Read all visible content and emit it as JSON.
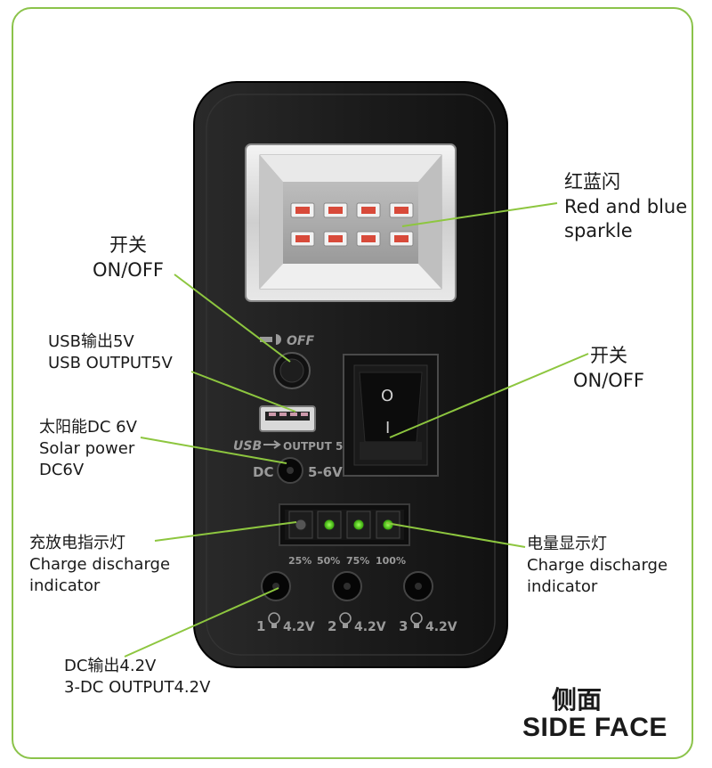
{
  "colors": {
    "frame_border": "#8bc34a",
    "leader_line": "#8dc63f",
    "device_body": "#1b1b1b",
    "led_green": "#3bd000",
    "led_red": "#d84a3a"
  },
  "labels": {
    "sparkle": {
      "cn": "红蓝闪",
      "en1": "Red and blue",
      "en2": "sparkle"
    },
    "switch_left": {
      "cn": "开关",
      "en": "ON/OFF"
    },
    "switch_right": {
      "cn": "开关",
      "en": "ON/OFF"
    },
    "usb": {
      "cn": "USB输出5V",
      "en": "USB OUTPUT5V"
    },
    "solar": {
      "cn": "太阳能DC 6V",
      "en1": "Solar power",
      "en2": "DC6V"
    },
    "charge_left": {
      "cn": "充放电指示灯",
      "en1": "Charge discharge",
      "en2": "indicator"
    },
    "charge_right": {
      "cn": "电量显示灯",
      "en1": "Charge discharge",
      "en2": "indicator"
    },
    "dc_out": {
      "cn": "DC输出4.2V",
      "en": "3-DC OUTPUT4.2V"
    }
  },
  "title": {
    "cn": "侧面",
    "en": "SIDE FACE"
  },
  "device": {
    "off_mark": "OFF",
    "usb_mark": "USB",
    "usb_output": "OUTPUT 5V",
    "dc_label": "DC",
    "dc_range": "5-6V",
    "switch_on": "O",
    "switch_off": "I",
    "levels": [
      "25%",
      "50%",
      "75%",
      "100%"
    ],
    "outputs": [
      {
        "num": "1",
        "volt": "4.2V"
      },
      {
        "num": "2",
        "volt": "4.2V"
      },
      {
        "num": "3",
        "volt": "4.2V"
      }
    ]
  }
}
